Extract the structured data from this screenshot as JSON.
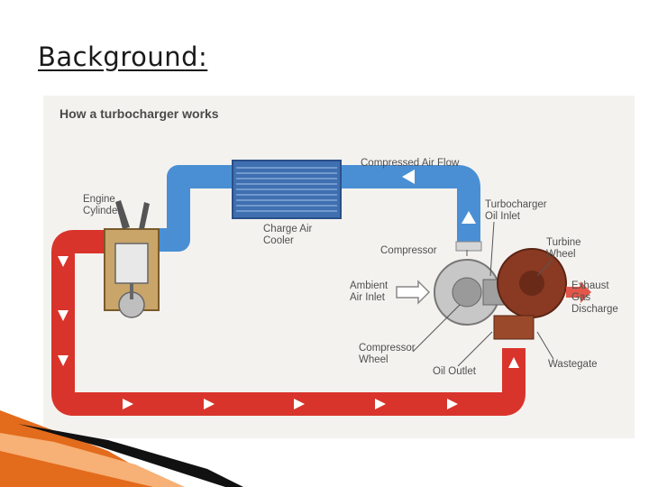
{
  "slide": {
    "title": "Background:"
  },
  "figure": {
    "title": "How a turbocharger works",
    "labels": {
      "compressed_air_flow": "Compressed Air Flow",
      "engine_line1": "Engine",
      "engine_line2": "Cylinder",
      "charge_air_line1": "Charge Air",
      "charge_air_line2": "Cooler",
      "turbo_oil_line1": "Turbocharger",
      "turbo_oil_line2": "Oil Inlet",
      "compressor": "Compressor",
      "turbine_line1": "Turbine",
      "turbine_line2": "Wheel",
      "ambient_line1": "Ambient",
      "ambient_line2": "Air Inlet",
      "exhaust_line1": "Exhaust",
      "exhaust_line2": "Gas",
      "exhaust_line3": "Discharge",
      "comp_wheel_line1": "Compressor",
      "comp_wheel_line2": "Wheel",
      "oil_outlet": "Oil Outlet",
      "wastegate": "Wastegate"
    },
    "colors": {
      "air": "#4a8fd4",
      "exhaust": "#d9342b",
      "cooler": "#3f6fb0",
      "turbine": "#8a3a22"
    }
  }
}
